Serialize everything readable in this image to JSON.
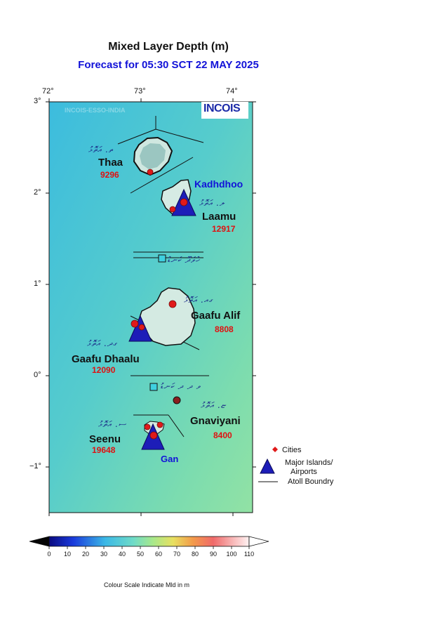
{
  "header": {
    "title": "Mixed Layer Depth (m)",
    "subtitle": "Forecast for  05:30 SCT 22 MAY 2025"
  },
  "map": {
    "lon_ticks": [
      "72°",
      "73°",
      "74°"
    ],
    "lat_ticks": [
      "3°",
      "2°",
      "1°",
      "0°",
      "−1°"
    ],
    "watermark": "INCOIS-ESSO-INDIA",
    "logo_text": "INCOIS",
    "ocean_colors": [
      "#3fbfdf",
      "#5fd0c8",
      "#8fe0a8"
    ],
    "atolls": [
      {
        "name": "Thaa",
        "population": "9296",
        "dhivehi": "ތ. އަތޮޅު"
      },
      {
        "name": "Laamu",
        "population": "12917",
        "dhivehi": "ލ. އަތޮޅު"
      },
      {
        "name": "Gaafu Alif",
        "population": "8808",
        "dhivehi": "ގއ. އަތޮޅު"
      },
      {
        "name": "Gaafu Dhaalu",
        "population": "12090",
        "dhivehi": "ގދ. އަތޮޅު"
      },
      {
        "name": "Gnaviyani",
        "population": "8400",
        "dhivehi": "ޏ. އަތޮޅު"
      },
      {
        "name": "Seenu",
        "population": "19648",
        "dhivehi": "ސ. އަތޮޅު"
      }
    ],
    "airports": [
      {
        "name": "Kadhdhoo"
      },
      {
        "name": "Gan"
      }
    ],
    "channel_labels": [
      "ހުވަދޫ ކަނޑު",
      "ވ ދ ދ ކަނޑު"
    ]
  },
  "legend": {
    "cities": "Cities",
    "major_islands": "Major Islands/",
    "airports": "Airports",
    "atoll_boundry": "Atoll Boundry"
  },
  "colorbar": {
    "ticks": [
      "0",
      "10",
      "20",
      "30",
      "40",
      "50",
      "60",
      "70",
      "80",
      "90",
      "100",
      "110"
    ],
    "caption": "Colour Scale Indicate Mld in m"
  }
}
